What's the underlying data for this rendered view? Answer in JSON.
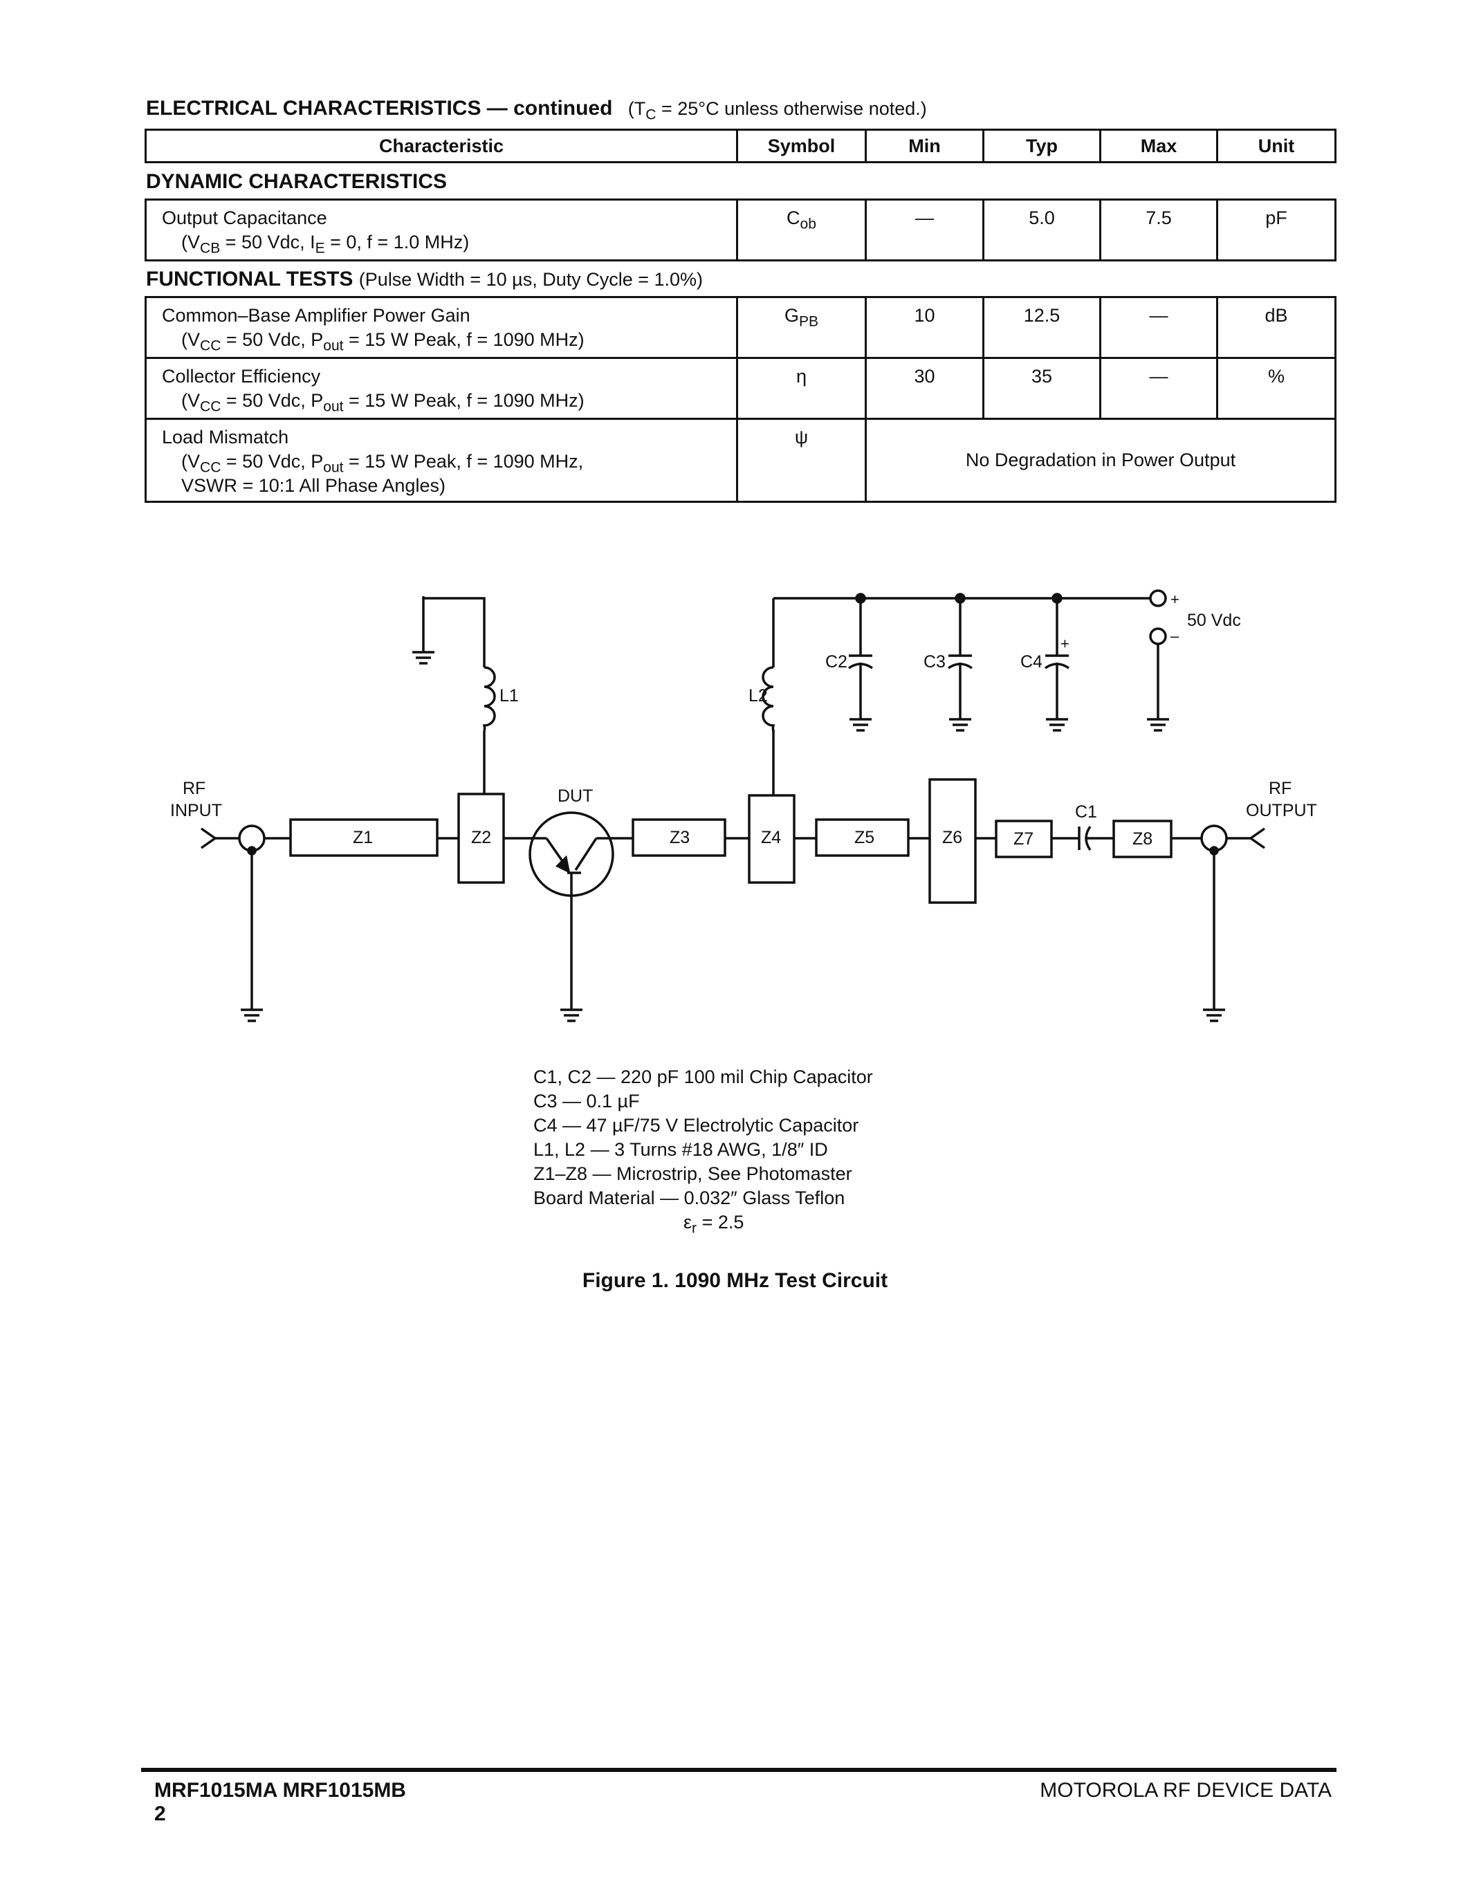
{
  "header": {
    "title": "ELECTRICAL CHARACTERISTICS — continued",
    "note_pre": "(T",
    "note_sub": "C",
    "note_post": " = 25°C unless otherwise noted.)"
  },
  "table": {
    "columns": [
      "Characteristic",
      "Symbol",
      "Min",
      "Typ",
      "Max",
      "Unit"
    ]
  },
  "dynamic": {
    "heading": "DYNAMIC CHARACTERISTICS",
    "rows": [
      {
        "name": "Output Capacitance",
        "cond_pre": "(V",
        "cond_sub1": "CB",
        "cond_mid": " = 50 Vdc, I",
        "cond_sub2": "E",
        "cond_post": " = 0, f = 1.0 MHz)",
        "sym": "C",
        "sym_sub": "ob",
        "min": "—",
        "typ": "5.0",
        "max": "7.5",
        "unit": "pF"
      }
    ]
  },
  "functional": {
    "heading": "FUNCTIONAL TESTS",
    "heading_note": "(Pulse Width = 10 µs, Duty Cycle = 1.0%)",
    "rows": [
      {
        "name": "Common–Base Amplifier Power Gain",
        "cond_pre": "(V",
        "cond_sub1": "CC",
        "cond_mid": " = 50 Vdc, P",
        "cond_sub2": "out",
        "cond_post": " = 15 W Peak, f = 1090 MHz)",
        "sym": "G",
        "sym_sub": "PB",
        "min": "10",
        "typ": "12.5",
        "max": "—",
        "unit": "dB"
      },
      {
        "name": "Collector Efficiency",
        "cond_pre": "(V",
        "cond_sub1": "CC",
        "cond_mid": " = 50 Vdc, P",
        "cond_sub2": "out",
        "cond_post": " = 15 W Peak, f = 1090 MHz)",
        "sym": "η",
        "min": "30",
        "typ": "35",
        "max": "—",
        "unit": "%"
      },
      {
        "name": "Load Mismatch",
        "cond_pre": "(V",
        "cond_sub1": "CC",
        "cond_mid": " = 50 Vdc, P",
        "cond_sub2": "out",
        "cond_post": " = 15 W Peak, f = 1090 MHz,",
        "cond_line3": "VSWR = 10:1 All Phase Angles)",
        "sym": "ψ",
        "span_text": "No Degradation in Power Output"
      }
    ]
  },
  "circuit": {
    "labels": {
      "rf_input_1": "RF",
      "rf_input_2": "INPUT",
      "rf_output_1": "RF",
      "rf_output_2": "OUTPUT",
      "dut": "DUT",
      "supply": "50 Vdc",
      "plus": "+",
      "minus": "–",
      "l1": "L1",
      "l2": "L2",
      "c1": "C1",
      "c2": "C2",
      "c3": "C3",
      "c4": "C4",
      "c4_plus": "+",
      "z1": "Z1",
      "z2": "Z2",
      "z3": "Z3",
      "z4": "Z4",
      "z5": "Z5",
      "z6": "Z6",
      "z7": "Z7",
      "z8": "Z8"
    }
  },
  "parts": {
    "lines": [
      "C1, C2 — 220 pF 100 mil Chip Capacitor",
      "C3 — 0.1 µF",
      "C4 — 47 µF/75 V Electrolytic Capacitor",
      "L1, L2 — 3 Turns #18 AWG, 1/8″ ID",
      "Z1–Z8 — Microstrip, See Photomaster",
      "Board Material — 0.032″ Glass Teflon"
    ],
    "er_sym": "ε",
    "er_sub": "r",
    "er_val": " = 2.5"
  },
  "figure_caption": "Figure 1. 1090 MHz Test Circuit",
  "footer": {
    "part_numbers": "MRF1015MA MRF1015MB",
    "page": "2",
    "right": "MOTOROLA RF DEVICE DATA"
  }
}
